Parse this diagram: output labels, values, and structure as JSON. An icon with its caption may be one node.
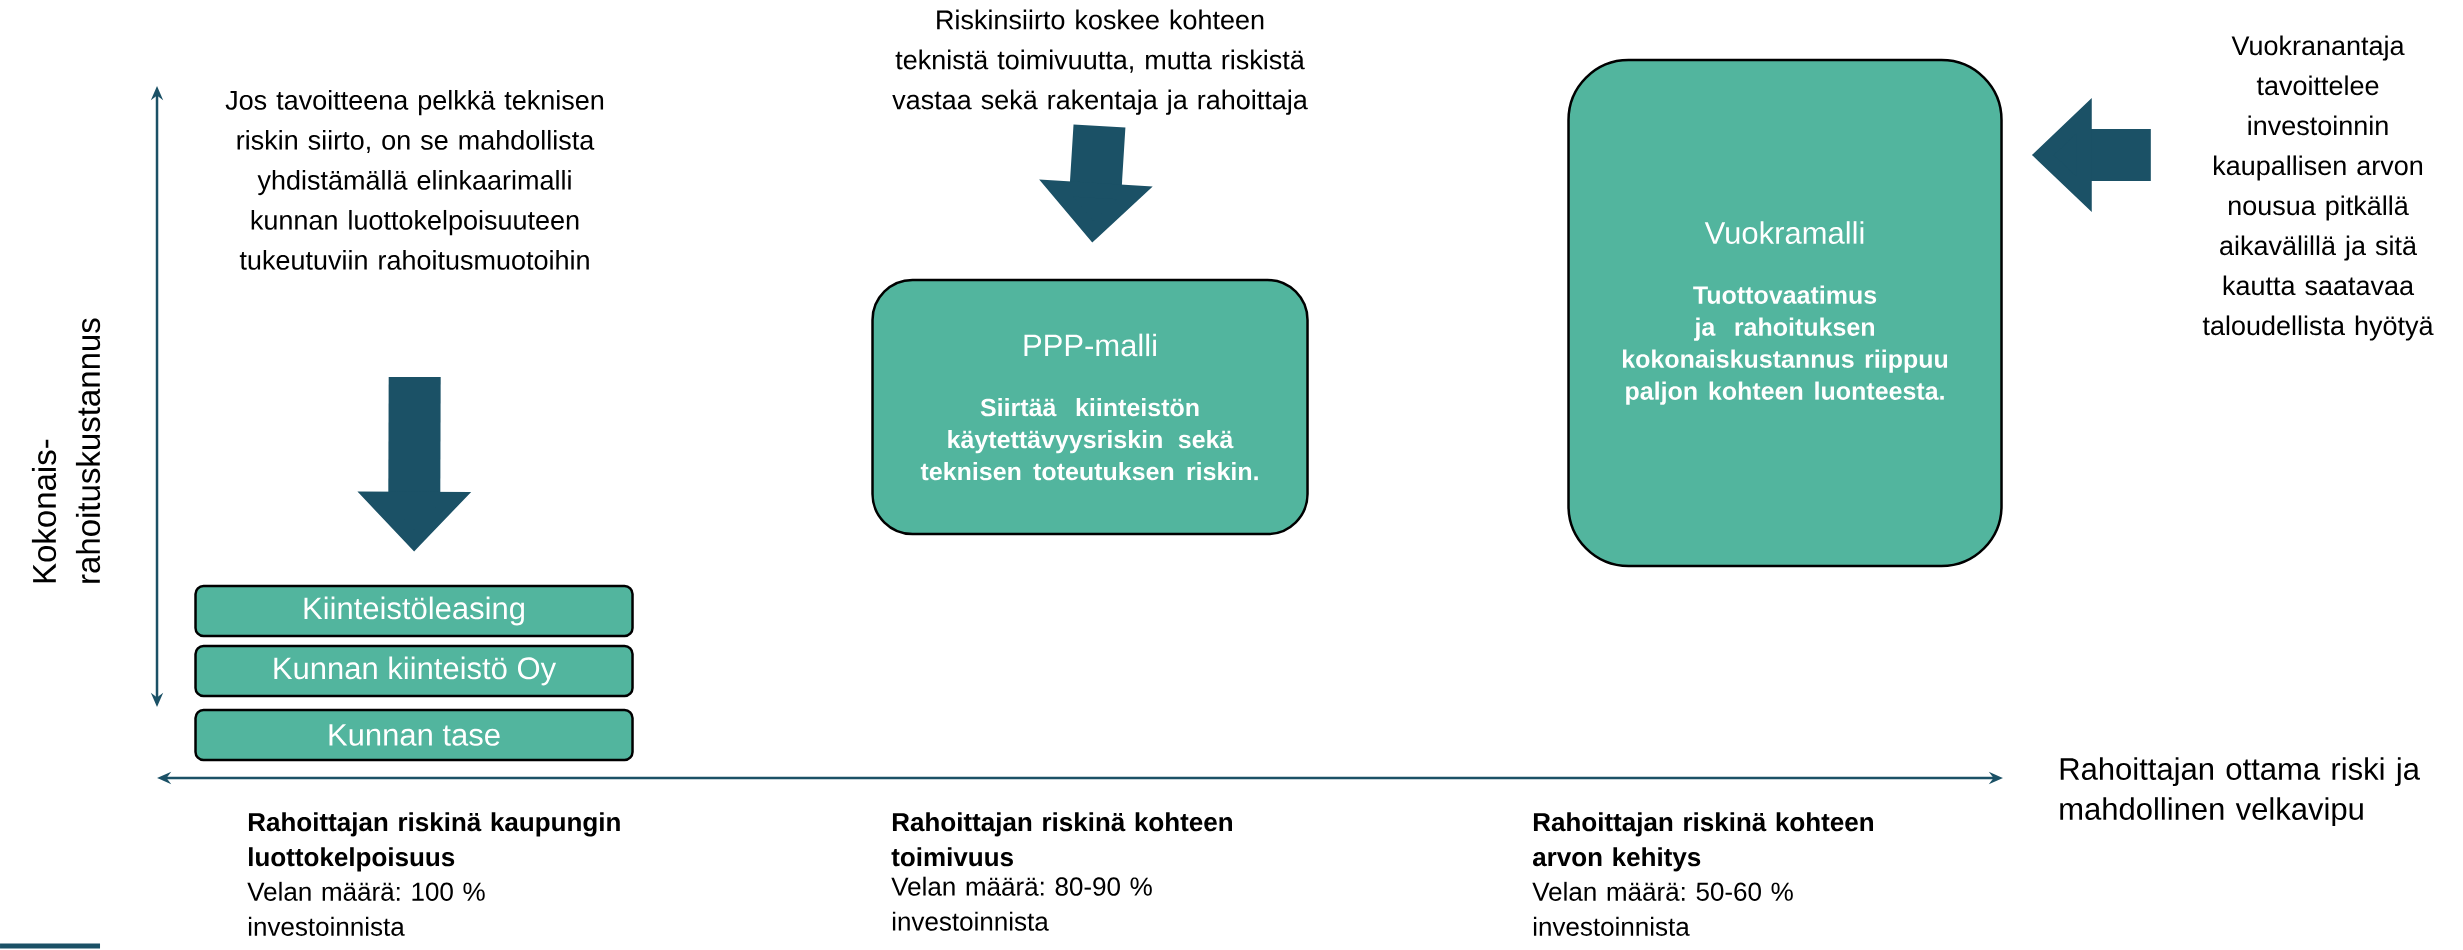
{
  "diagram": {
    "nodes": [
      {
        "text": [
          "Jos tavoitteena pelkkä teknisen riskin siirto, on se mahdollista yhdistämällä  elinkaarimalli kunnan luottokelpoisuuteen tukeutuviin rahoitusmuotoihin"
        ]
      },
      {
        "text": [
          "Kiinteistöleasing"
        ]
      },
      {
        "text": [
          "Kunnan kiinteistö Oy"
        ]
      },
      {
        "text": [
          "Kunnan tase"
        ]
      },
      {
        "text": [
          "Riskinsiirto koskee kohteen teknistä toimivuutta, mutta riskistä vastaa sekä rakentaja ja rahoittaja"
        ]
      },
      {
        "text": [
          "PPP-malli",
          "Siirtää kiinteistön käytettävyysriskin sekä teknisen toteutuksen riskin."
        ]
      },
      {
        "text": [
          "Vuokramalli",
          "Tuottovaatimus ja rahoituksen kokonaiskustannus riippuu paljon kohteen luonteesta."
        ]
      },
      {
        "text": [
          "Vuokranantaja tavoittelee investoinnin kaupallisen arvon nousua pitkällä aikavälillä ja sitä kautta saatavaa taloudellista hyötyä"
        ]
      }
    ],
    "edges": [
      {
        "from": 0,
        "to": 1,
        "arrow": "to"
      },
      {
        "from": 4,
        "to": 5,
        "arrow": "to"
      },
      {
        "from": 7,
        "to": 6,
        "arrow": "to"
      }
    ],
    "labels": [
      "Kokonais- rahoituskustannus",
      "Rahoittajan ottama riski ja mahdollinen velkavipu",
      "Rahoittajan riskinä kaupungin luottokelpoisuus",
      "Velan määrä: 100 % investoinnista",
      "Rahoittajan riskinä kohteen toimivuus",
      "Velan määrä: 80-90 % investoinnista",
      "Rahoittajan riskinä kohteen arvon kehitys",
      "Velan määrä: 50-60 % investoinnista"
    ]
  }
}
